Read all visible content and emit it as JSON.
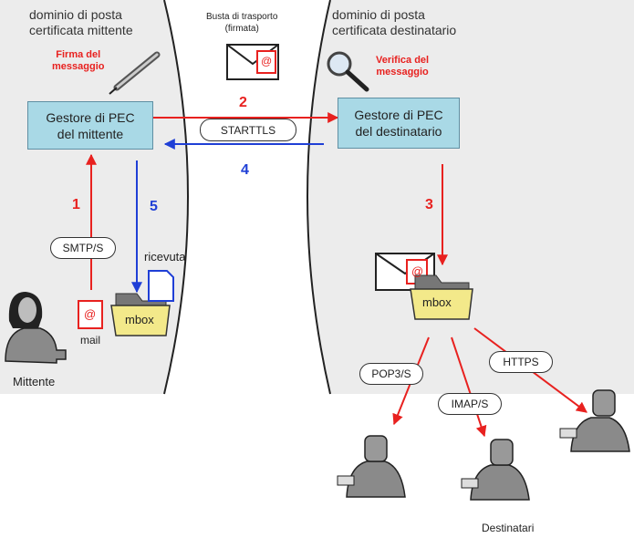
{
  "domains": {
    "sender": "dominio di posta\ncertificata mittente",
    "recipient": "dominio di posta\ncertificata destinatario"
  },
  "transport": {
    "label": "Busta di trasporto\n(firmata)"
  },
  "signature": {
    "label": "Firma del\nmessaggio"
  },
  "verification": {
    "label": "Verifica del\nmessaggio"
  },
  "servers": {
    "sender": "Gestore di PEC\ndel mittente",
    "recipient": "Gestore di PEC\ndel destinatario"
  },
  "protocols": {
    "starttls": "STARTTLS",
    "smtp": "SMTP/S",
    "pop3": "POP3/S",
    "imap": "IMAP/S",
    "https": "HTTPS"
  },
  "steps": {
    "s1": "1",
    "s2": "2",
    "s3": "3",
    "s4": "4",
    "s5": "5"
  },
  "mailbox": {
    "sender": "mbox",
    "recipient": "mbox"
  },
  "items": {
    "mail": "mail",
    "receipt": "ricevuta",
    "at_sign": "@"
  },
  "people": {
    "sender": "Mittente",
    "recipients": "Destinatari"
  },
  "colors": {
    "server_fill": "#a9d9e6",
    "mbox_fill": "#f3e98a",
    "arrow_red": "#e8211f",
    "arrow_blue": "#1f3fd6",
    "zone_gray": "#ececec"
  }
}
